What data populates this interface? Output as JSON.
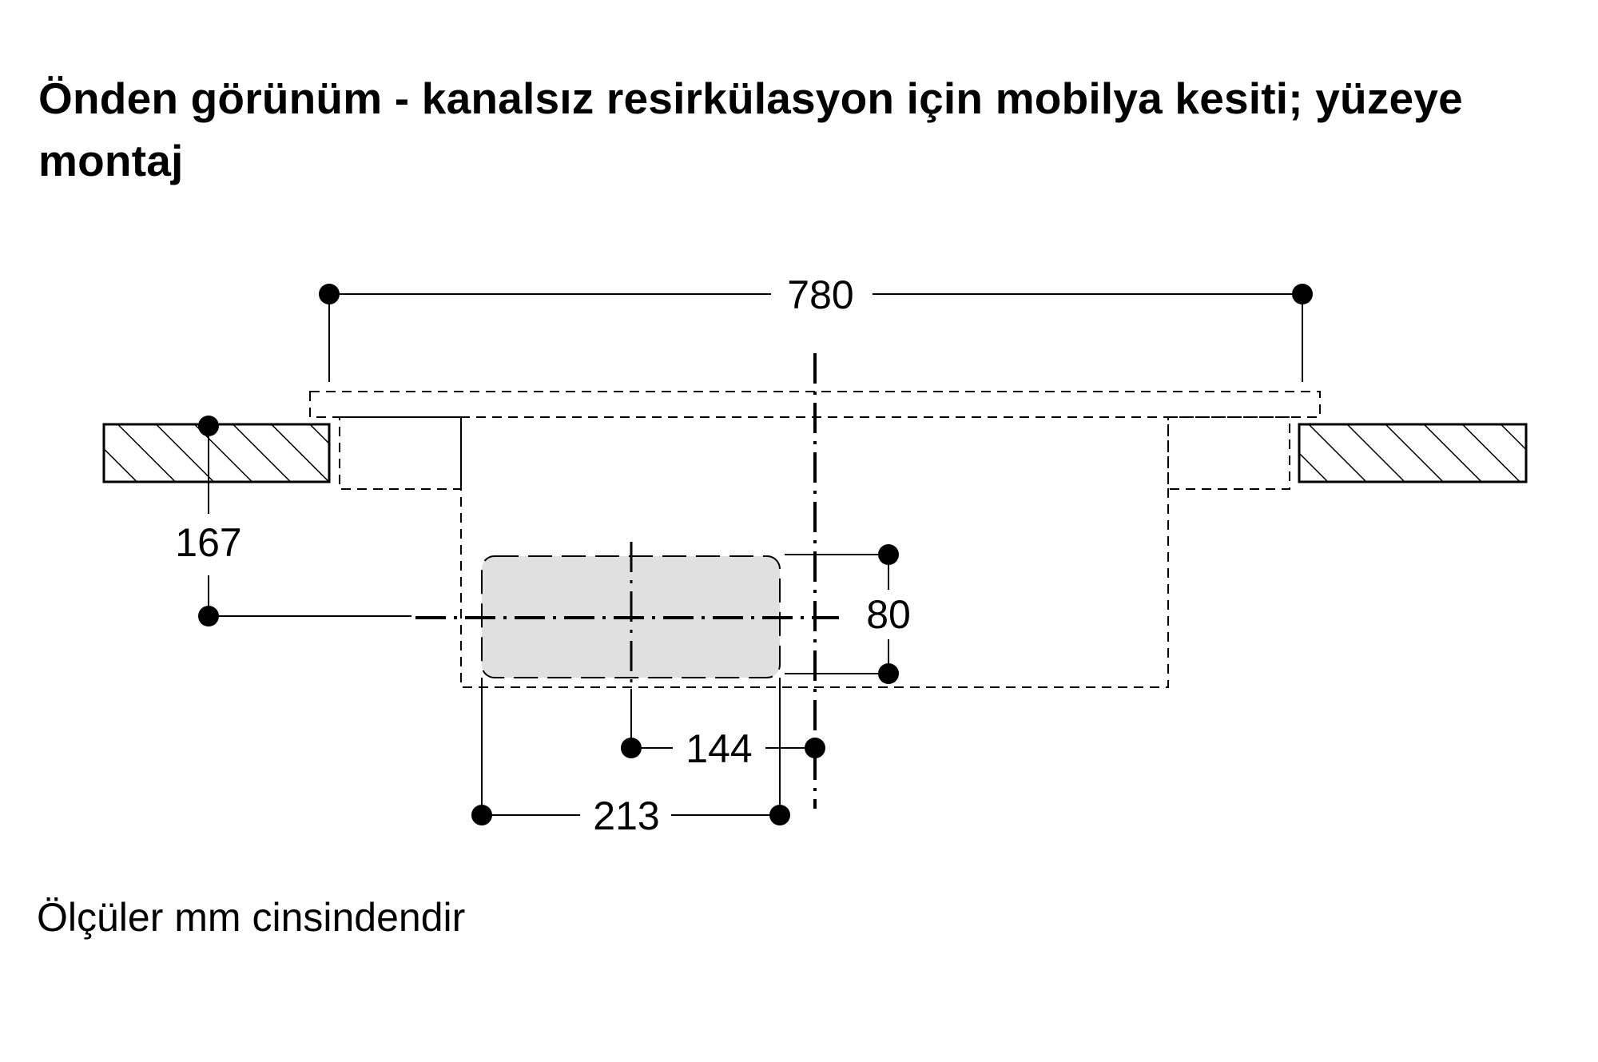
{
  "title": "Önden görünüm - kanalsız resirkülasyon için mobilya kesiti; yüzeye montaj",
  "footnote": "Ölçüler mm cinsindendir",
  "dimensions": {
    "overall_width": "780",
    "vertical_offset": "167",
    "outlet_height": "80",
    "center_offset": "144",
    "outlet_width": "213"
  },
  "colors": {
    "line": "#000000",
    "outlet_fill": "#e0e0e0",
    "background": "#ffffff"
  }
}
